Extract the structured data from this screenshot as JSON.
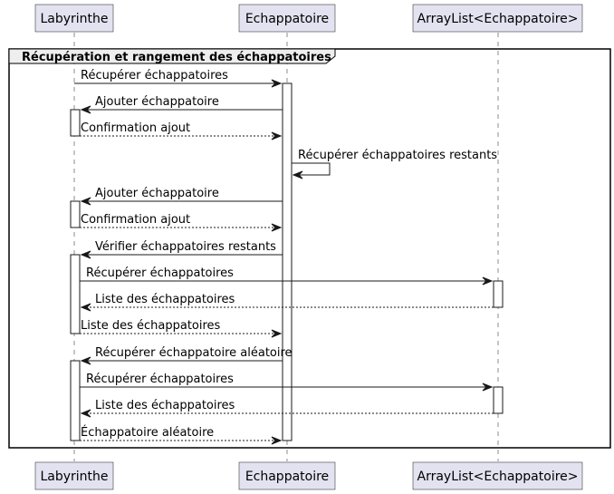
{
  "participants": [
    {
      "id": "labyrinthe",
      "label": "Labyrinthe"
    },
    {
      "id": "echappatoire",
      "label": "Echappatoire"
    },
    {
      "id": "arraylist",
      "label": "ArrayList<Echappatoire>"
    }
  ],
  "group": {
    "label": "Récupération et rangement des échappatoires"
  },
  "messages": [
    {
      "from": "labyrinthe",
      "to": "echappatoire",
      "label": "Récupérer échappatoires",
      "style": "solid"
    },
    {
      "from": "echappatoire",
      "to": "labyrinthe",
      "label": "Ajouter échappatoire",
      "style": "solid"
    },
    {
      "from": "labyrinthe",
      "to": "echappatoire",
      "label": "Confirmation ajout",
      "style": "dashed"
    },
    {
      "from": "echappatoire",
      "to": "echappatoire",
      "label": "Récupérer échappatoires restants",
      "style": "solid"
    },
    {
      "from": "echappatoire",
      "to": "labyrinthe",
      "label": "Ajouter échappatoire",
      "style": "solid"
    },
    {
      "from": "labyrinthe",
      "to": "echappatoire",
      "label": "Confirmation ajout",
      "style": "dashed"
    },
    {
      "from": "echappatoire",
      "to": "labyrinthe",
      "label": "Vérifier échappatoires restants",
      "style": "solid"
    },
    {
      "from": "labyrinthe",
      "to": "arraylist",
      "label": "Récupérer échappatoires",
      "style": "solid"
    },
    {
      "from": "arraylist",
      "to": "labyrinthe",
      "label": "Liste des échappatoires",
      "style": "dashed"
    },
    {
      "from": "labyrinthe",
      "to": "echappatoire",
      "label": "Liste des échappatoires",
      "style": "dashed"
    },
    {
      "from": "echappatoire",
      "to": "labyrinthe",
      "label": "Récupérer échappatoire aléatoire",
      "style": "solid"
    },
    {
      "from": "labyrinthe",
      "to": "arraylist",
      "label": "Récupérer échappatoires",
      "style": "solid"
    },
    {
      "from": "arraylist",
      "to": "labyrinthe",
      "label": "Liste des échappatoires",
      "style": "dashed"
    },
    {
      "from": "labyrinthe",
      "to": "echappatoire",
      "label": "Échappatoire aléatoire",
      "style": "dashed"
    }
  ],
  "colors": {
    "participant_fill": "#E2E2F0",
    "line": "#181818",
    "group_tab": "#EEEEEE"
  }
}
